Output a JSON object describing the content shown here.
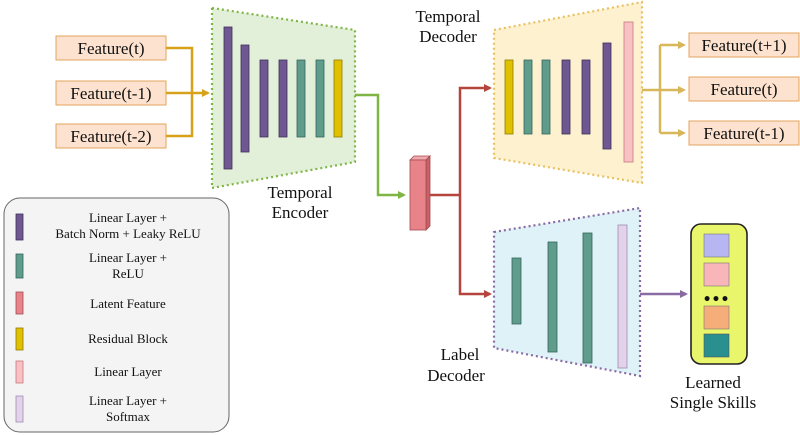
{
  "inputs": [
    "Feature(t)",
    "Feature(t-1)",
    "Feature(t-2)"
  ],
  "outputs": [
    "Feature(t+1)",
    "Feature(t)",
    "Feature(t-1)"
  ],
  "encoder": {
    "line1": "Temporal",
    "line2": "Encoder"
  },
  "temporal_decoder": {
    "line1": "Temporal",
    "line2": "Decoder"
  },
  "label_decoder": {
    "line1": "Label",
    "line2": "Decoder"
  },
  "skills": {
    "line1": "Learned",
    "line2": "Single Skills",
    "ellipsis": "•••"
  },
  "legend": [
    {
      "lines": [
        "Linear Layer +",
        "Batch Norm + Leaky ReLU"
      ],
      "color": "#6f5891"
    },
    {
      "lines": [
        "Linear Layer +",
        "ReLU"
      ],
      "color": "#5f9c8c"
    },
    {
      "lines": [
        "Latent Feature"
      ],
      "color": "#e8838a"
    },
    {
      "lines": [
        "Residual Block"
      ],
      "color": "#e0c100"
    },
    {
      "lines": [
        "Linear Layer"
      ],
      "color": "#f8c2c4"
    },
    {
      "lines": [
        "Linear Layer +",
        "Softmax"
      ],
      "color": "#e3d3ea"
    }
  ],
  "colors": {
    "purple": "#6f5891",
    "teal": "#5f9c8c",
    "latent": "#e8838a",
    "residual": "#e0c100",
    "linear": "#f8c2c4",
    "softmax": "#e3d3ea",
    "input_arrow": "#d7a21a",
    "encoder_arrow": "#7fb545",
    "decoder_arrow": "#b4443c",
    "output_arrow": "#d7b75a",
    "skill_arrow": "#8a6aa3"
  }
}
